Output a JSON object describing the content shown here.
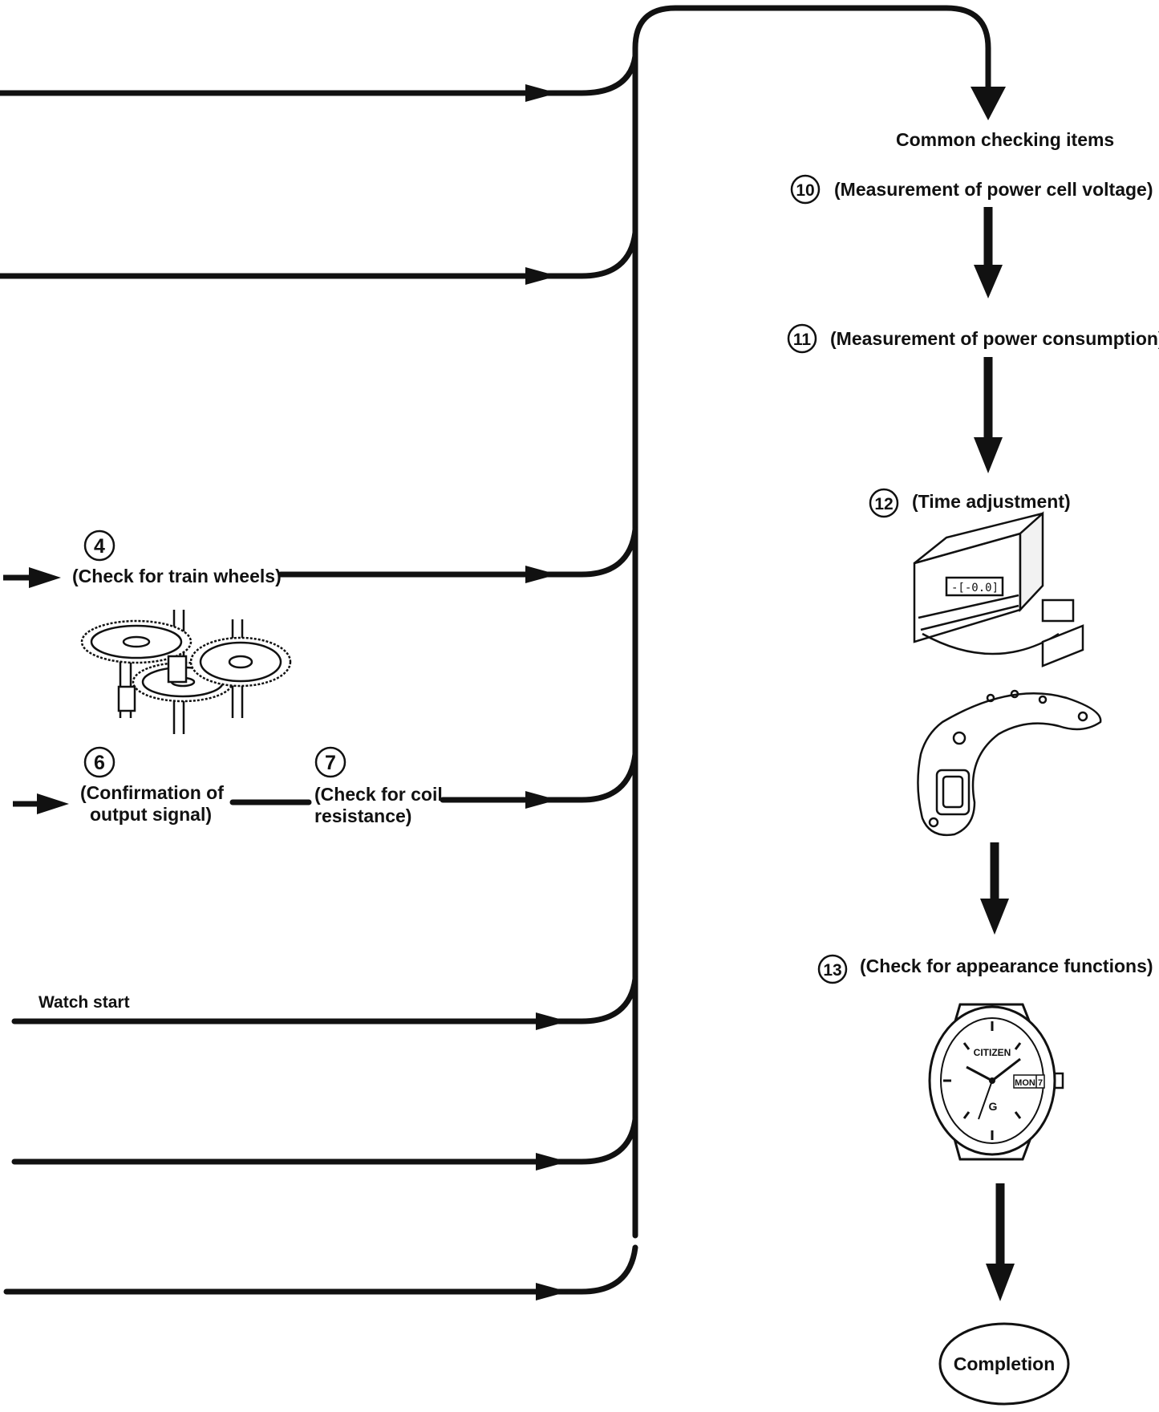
{
  "common_heading": "Common checking items",
  "steps": {
    "s4": {
      "num": "4",
      "label": "(Check for train wheels)"
    },
    "s6": {
      "num": "6",
      "label_line1": "(Confirmation of",
      "label_line2": "output signal)"
    },
    "s7": {
      "num": "7",
      "label_line1": "(Check for coil",
      "label_line2": "resistance)"
    },
    "s10": {
      "num": "10",
      "label": "(Measurement of power cell voltage)"
    },
    "s11": {
      "num": "11",
      "label": "(Measurement of power consumption)"
    },
    "s12": {
      "num": "12",
      "label": "(Time adjustment)"
    },
    "s13": {
      "num": "13",
      "label": "(Check for appearance functions)"
    }
  },
  "watch_start": "Watch start",
  "completion": "Completion",
  "watch_dial": {
    "brand": "CITIZEN",
    "day": "MON",
    "date": "7"
  },
  "icons": [
    "train-wheels-illustration",
    "timing-tester-illustration",
    "circuit-block-illustration",
    "wristwatch-illustration"
  ]
}
